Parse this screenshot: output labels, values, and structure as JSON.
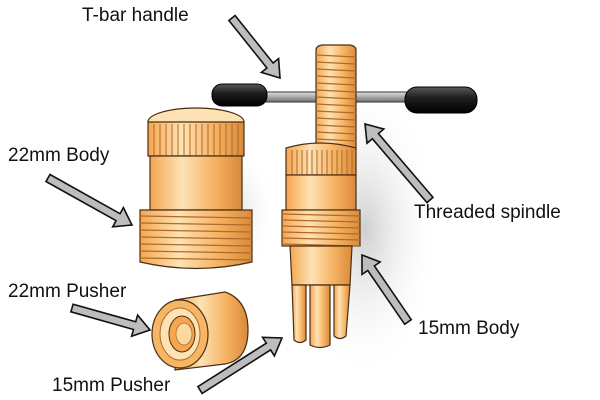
{
  "labels": {
    "t_bar_handle": "T-bar handle",
    "body_22mm": "22mm Body",
    "threaded_spindle": "Threaded spindle",
    "pusher_22mm": "22mm Pusher",
    "body_15mm": "15mm Body",
    "pusher_15mm": "15mm Pusher"
  },
  "colors": {
    "brass_light": "#fde2b4",
    "brass_mid": "#f7b566",
    "brass_dark": "#d98a3a",
    "outline": "#4a2e14",
    "handle_black": "#1f1f1f",
    "rod_grey": "#a9a9a9",
    "arrow_fill": "#bdbdbd",
    "shadow": "#d6d6d6"
  }
}
